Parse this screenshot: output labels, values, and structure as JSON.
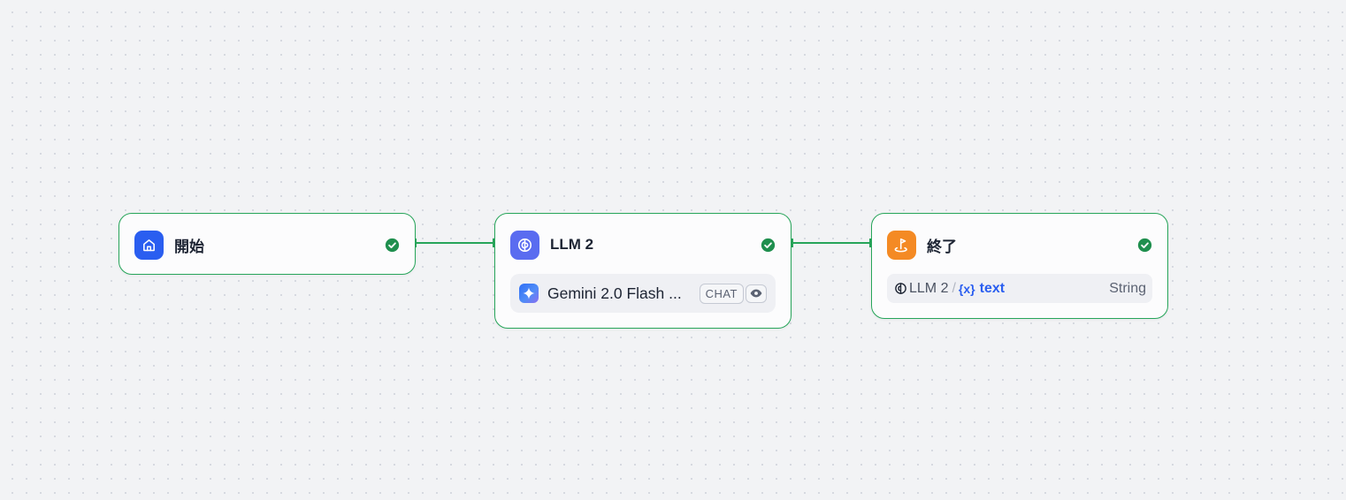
{
  "colors": {
    "node_border": "#27a55a",
    "edge": "#27a55a",
    "success": "#1f8f4e",
    "start_icon_bg": "#2a5ef0",
    "llm_icon_bg": "#5a6cf0",
    "end_icon_bg": "#f48a24",
    "variable_accent": "#2a5ef0"
  },
  "nodes": {
    "start": {
      "title": "開始",
      "icon": "home-icon",
      "status": "success"
    },
    "llm": {
      "title": "LLM 2",
      "icon": "brain-icon",
      "status": "success",
      "model": {
        "name": "Gemini 2.0 Flash ...",
        "icon": "gemini-sparkle-icon",
        "mode_badge": "CHAT",
        "vision_badge": "eye-icon"
      }
    },
    "end": {
      "title": "終了",
      "icon": "flag-icon",
      "status": "success",
      "output": {
        "source_icon": "brain-icon",
        "source_node": "LLM 2",
        "separator": "/",
        "var_brace": "{x}",
        "var_name": "text",
        "var_type": "String"
      }
    }
  }
}
